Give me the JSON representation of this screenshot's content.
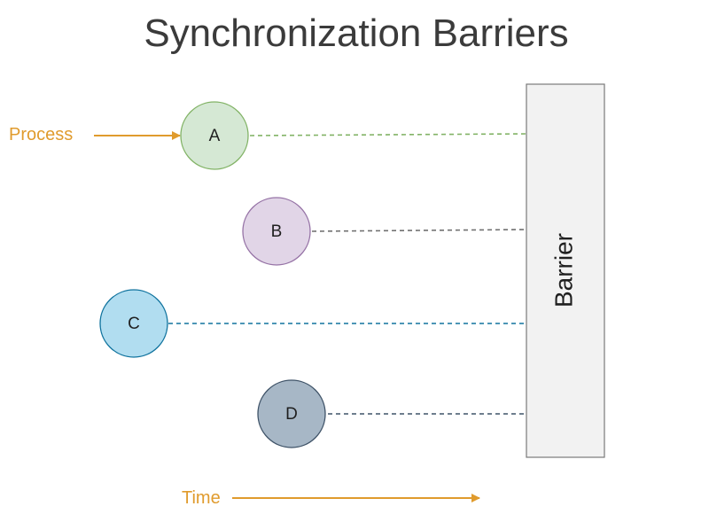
{
  "title": "Synchronization Barriers",
  "process_label": "Process",
  "time_label": "Time",
  "barrier_label": "Barrier",
  "colors": {
    "accent": "#e09b2d",
    "title": "#3b3b3b",
    "barrier_fill": "#f2f2f2",
    "barrier_stroke": "#7a7a7a"
  },
  "processes": [
    {
      "id": "A",
      "label": "A",
      "fill": "#d5e8d4",
      "stroke": "#82b366",
      "line": "#82b366"
    },
    {
      "id": "B",
      "label": "B",
      "fill": "#e1d5e7",
      "stroke": "#9673a6",
      "line": "#707070"
    },
    {
      "id": "C",
      "label": "C",
      "fill": "#b1ddf0",
      "stroke": "#10739e",
      "line": "#10739e"
    },
    {
      "id": "D",
      "label": "D",
      "fill": "#a7b7c6",
      "stroke": "#3f5368",
      "line": "#3f5368"
    }
  ]
}
